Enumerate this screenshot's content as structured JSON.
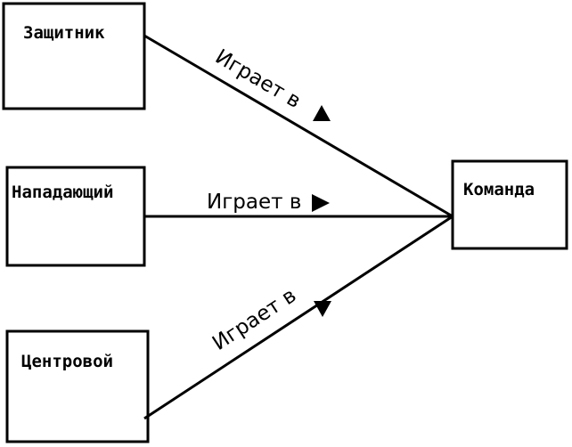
{
  "nodes": {
    "defender": {
      "label": "Защитник"
    },
    "forward": {
      "label": "Нападающий"
    },
    "center": {
      "label": "Центровой"
    },
    "team": {
      "label": "Команда"
    }
  },
  "edges": {
    "defender_team": {
      "label": "Играет в",
      "arrow": "up"
    },
    "forward_team": {
      "label": "Играет в",
      "arrow": "right"
    },
    "center_team": {
      "label": "Играет в",
      "arrow": "down"
    }
  },
  "colors": {
    "stroke": "#000000",
    "background": "#ffffff"
  }
}
